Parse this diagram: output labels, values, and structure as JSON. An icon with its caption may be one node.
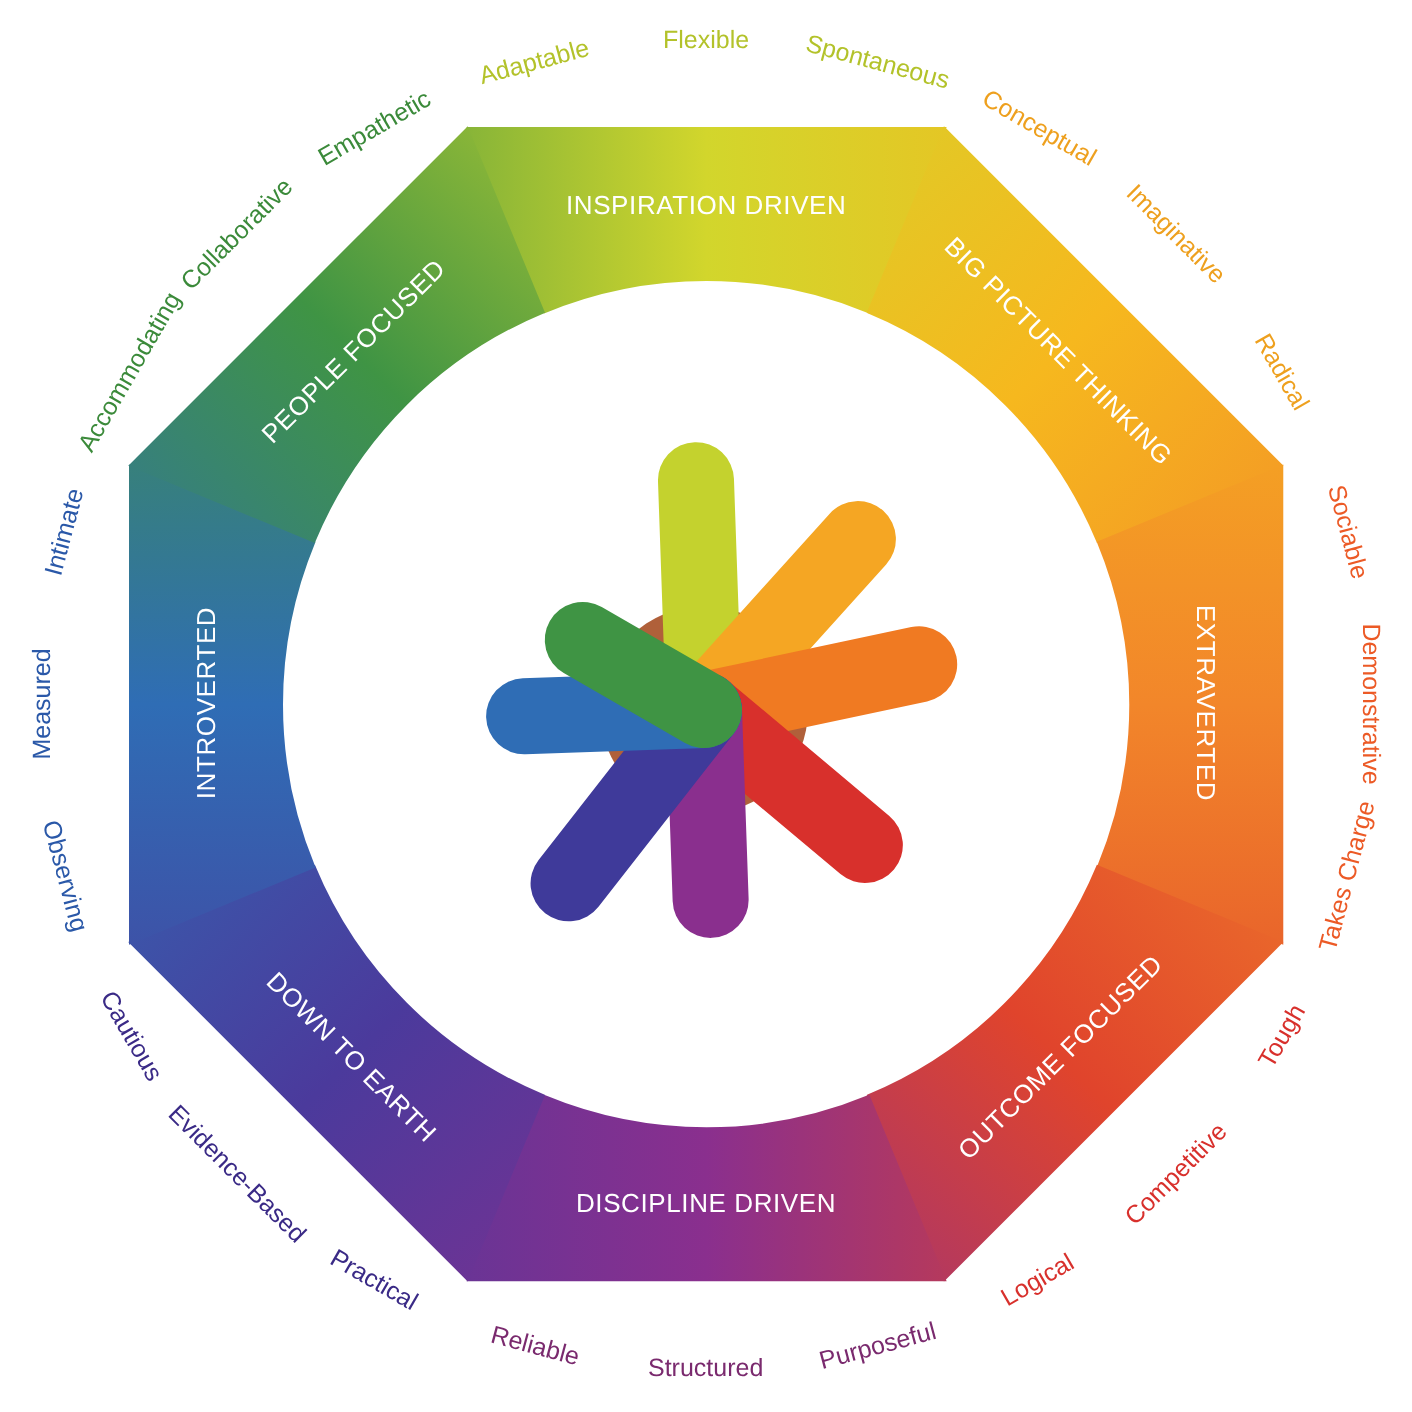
{
  "diagram": {
    "nodes": [
      {
        "text": [
          "INSPIRATION DRIVEN"
        ]
      },
      {
        "text": [
          "BIG PICTURE THINKING"
        ]
      },
      {
        "text": [
          "EXTRAVERTED"
        ]
      },
      {
        "text": [
          "OUTCOME FOCUSED"
        ]
      },
      {
        "text": [
          "DISCIPLINE DRIVEN"
        ]
      },
      {
        "text": [
          "DOWN TO EARTH"
        ]
      },
      {
        "text": [
          "INTROVERTED"
        ]
      },
      {
        "text": [
          "PEOPLE FOCUSED"
        ]
      }
    ],
    "labels": [
      "Adaptable",
      "Flexible",
      "Spontaneous",
      "Conceptual",
      "Imaginative",
      "Radical",
      "Sociable",
      "Demonstrative",
      "Takes Charge",
      "Tough",
      "Competitive",
      "Logical",
      "Purposeful",
      "Structured",
      "Reliable",
      "Practical",
      "Evidence-Based",
      "Cautious",
      "Observing",
      "Measured",
      "Intimate",
      "Accommodating",
      "Collaborative",
      "Empathetic"
    ]
  }
}
